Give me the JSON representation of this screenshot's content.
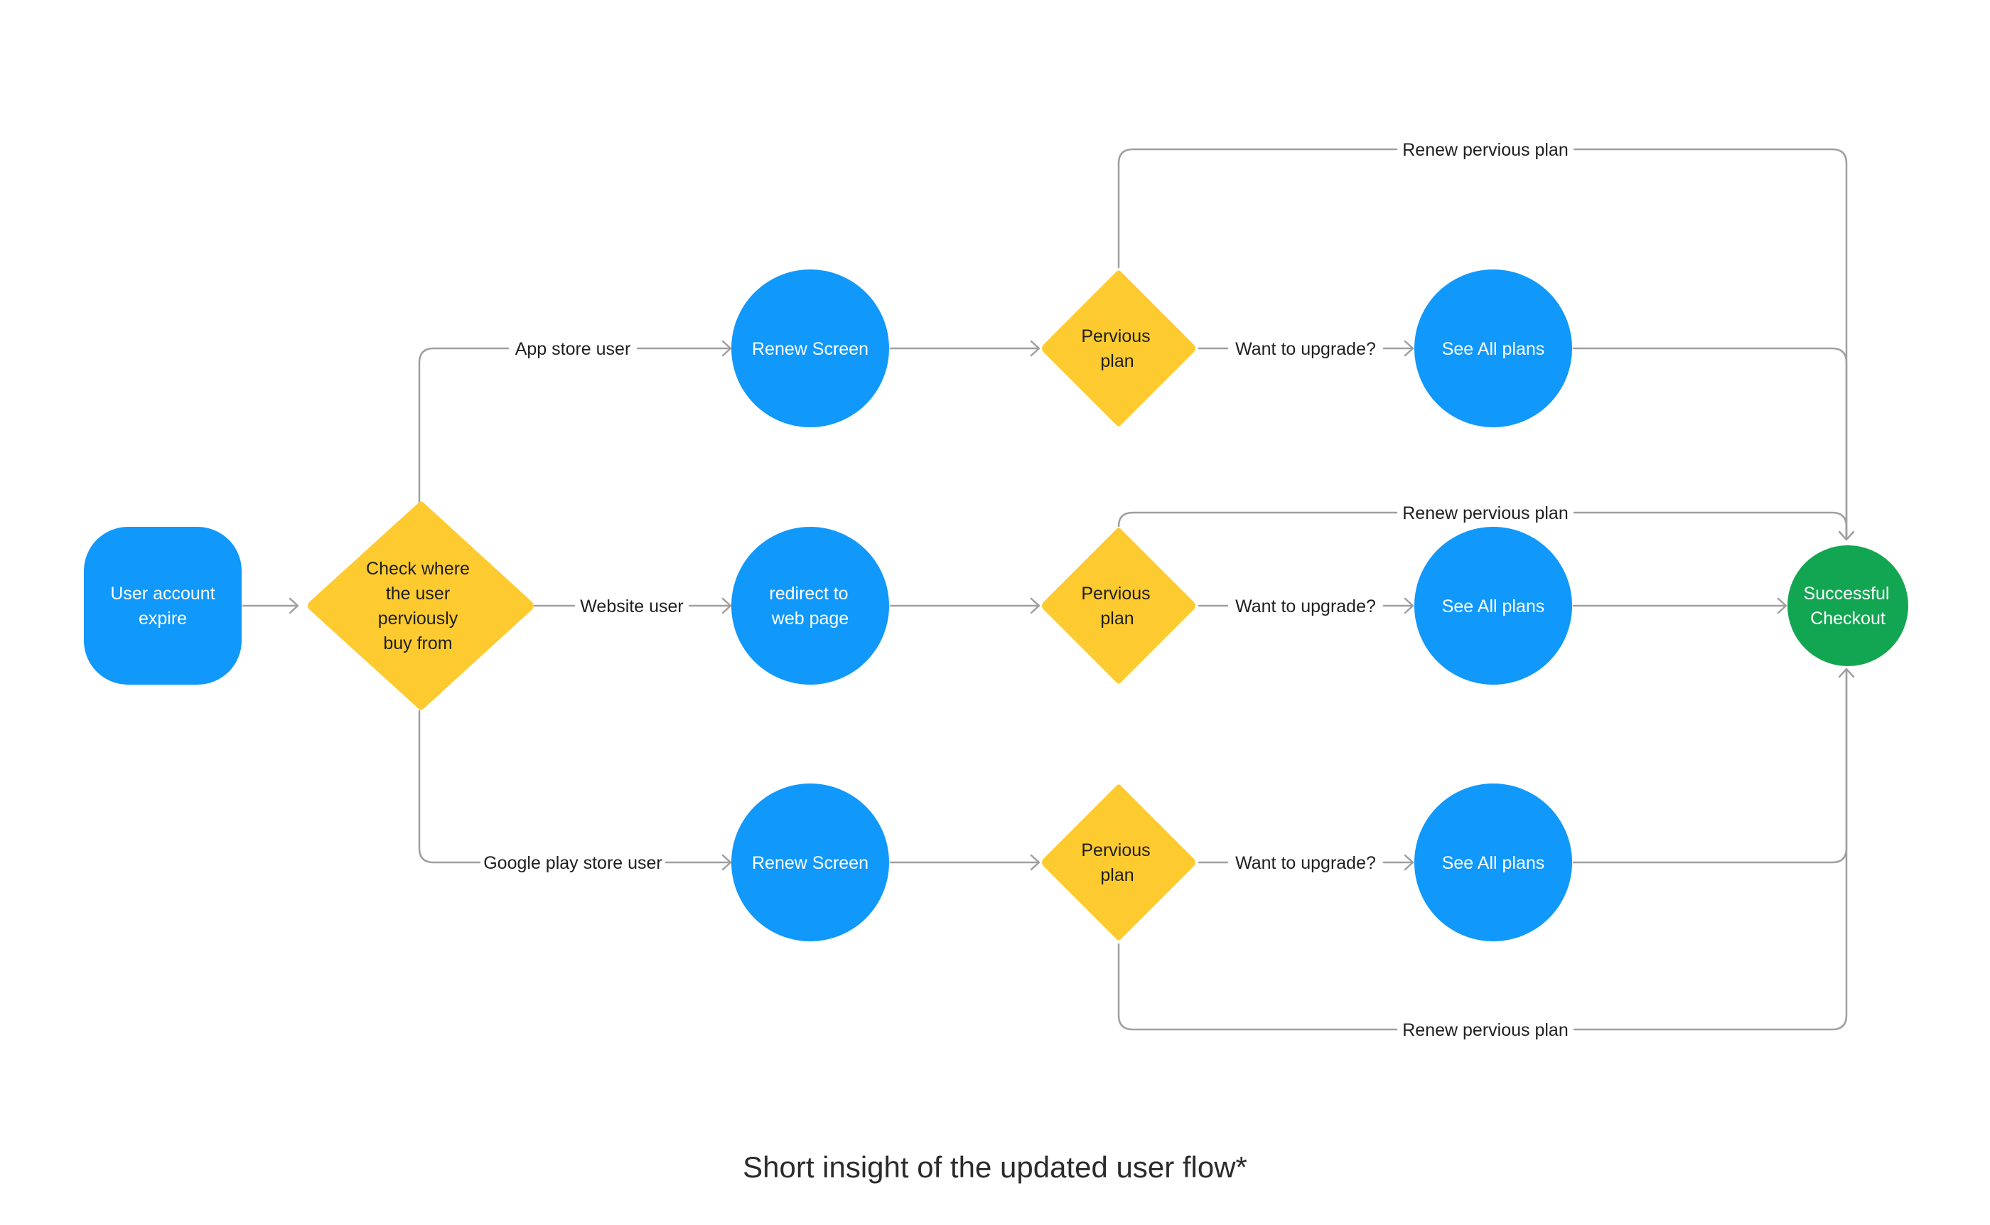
{
  "colors": {
    "blue": "#1098fb",
    "yellow": "#fdcb2f",
    "green": "#13a652",
    "connector": "#9f9f9f"
  },
  "nodes": {
    "start": {
      "line1": "User account",
      "line2": "expire"
    },
    "check": {
      "line1": "Check where",
      "line2": "the user",
      "line3": "perviously",
      "line4": "buy from"
    },
    "renew_top": {
      "label": "Renew Screen"
    },
    "redirect": {
      "line1": "redirect to",
      "line2": "web page"
    },
    "renew_bottom": {
      "label": "Renew Screen"
    },
    "plan_top": {
      "line1": "Pervious",
      "line2": "plan"
    },
    "plan_mid": {
      "line1": "Pervious",
      "line2": "plan"
    },
    "plan_bottom": {
      "line1": "Pervious",
      "line2": "plan"
    },
    "plans_top": {
      "label": "See All plans"
    },
    "plans_mid": {
      "label": "See All plans"
    },
    "plans_bottom": {
      "label": "See All plans"
    },
    "checkout": {
      "line1": "Successful",
      "line2": "Checkout"
    }
  },
  "edges": {
    "app_store": "App store user",
    "website": "Website user",
    "google_play": "Google play store user",
    "upgrade_top": "Want to upgrade?",
    "upgrade_mid": "Want to upgrade?",
    "upgrade_bottom": "Want to upgrade?",
    "renew_top": "Renew pervious plan",
    "renew_mid": "Renew pervious plan",
    "renew_bottom": "Renew pervious plan"
  },
  "caption": "Short insight of the updated user flow*"
}
